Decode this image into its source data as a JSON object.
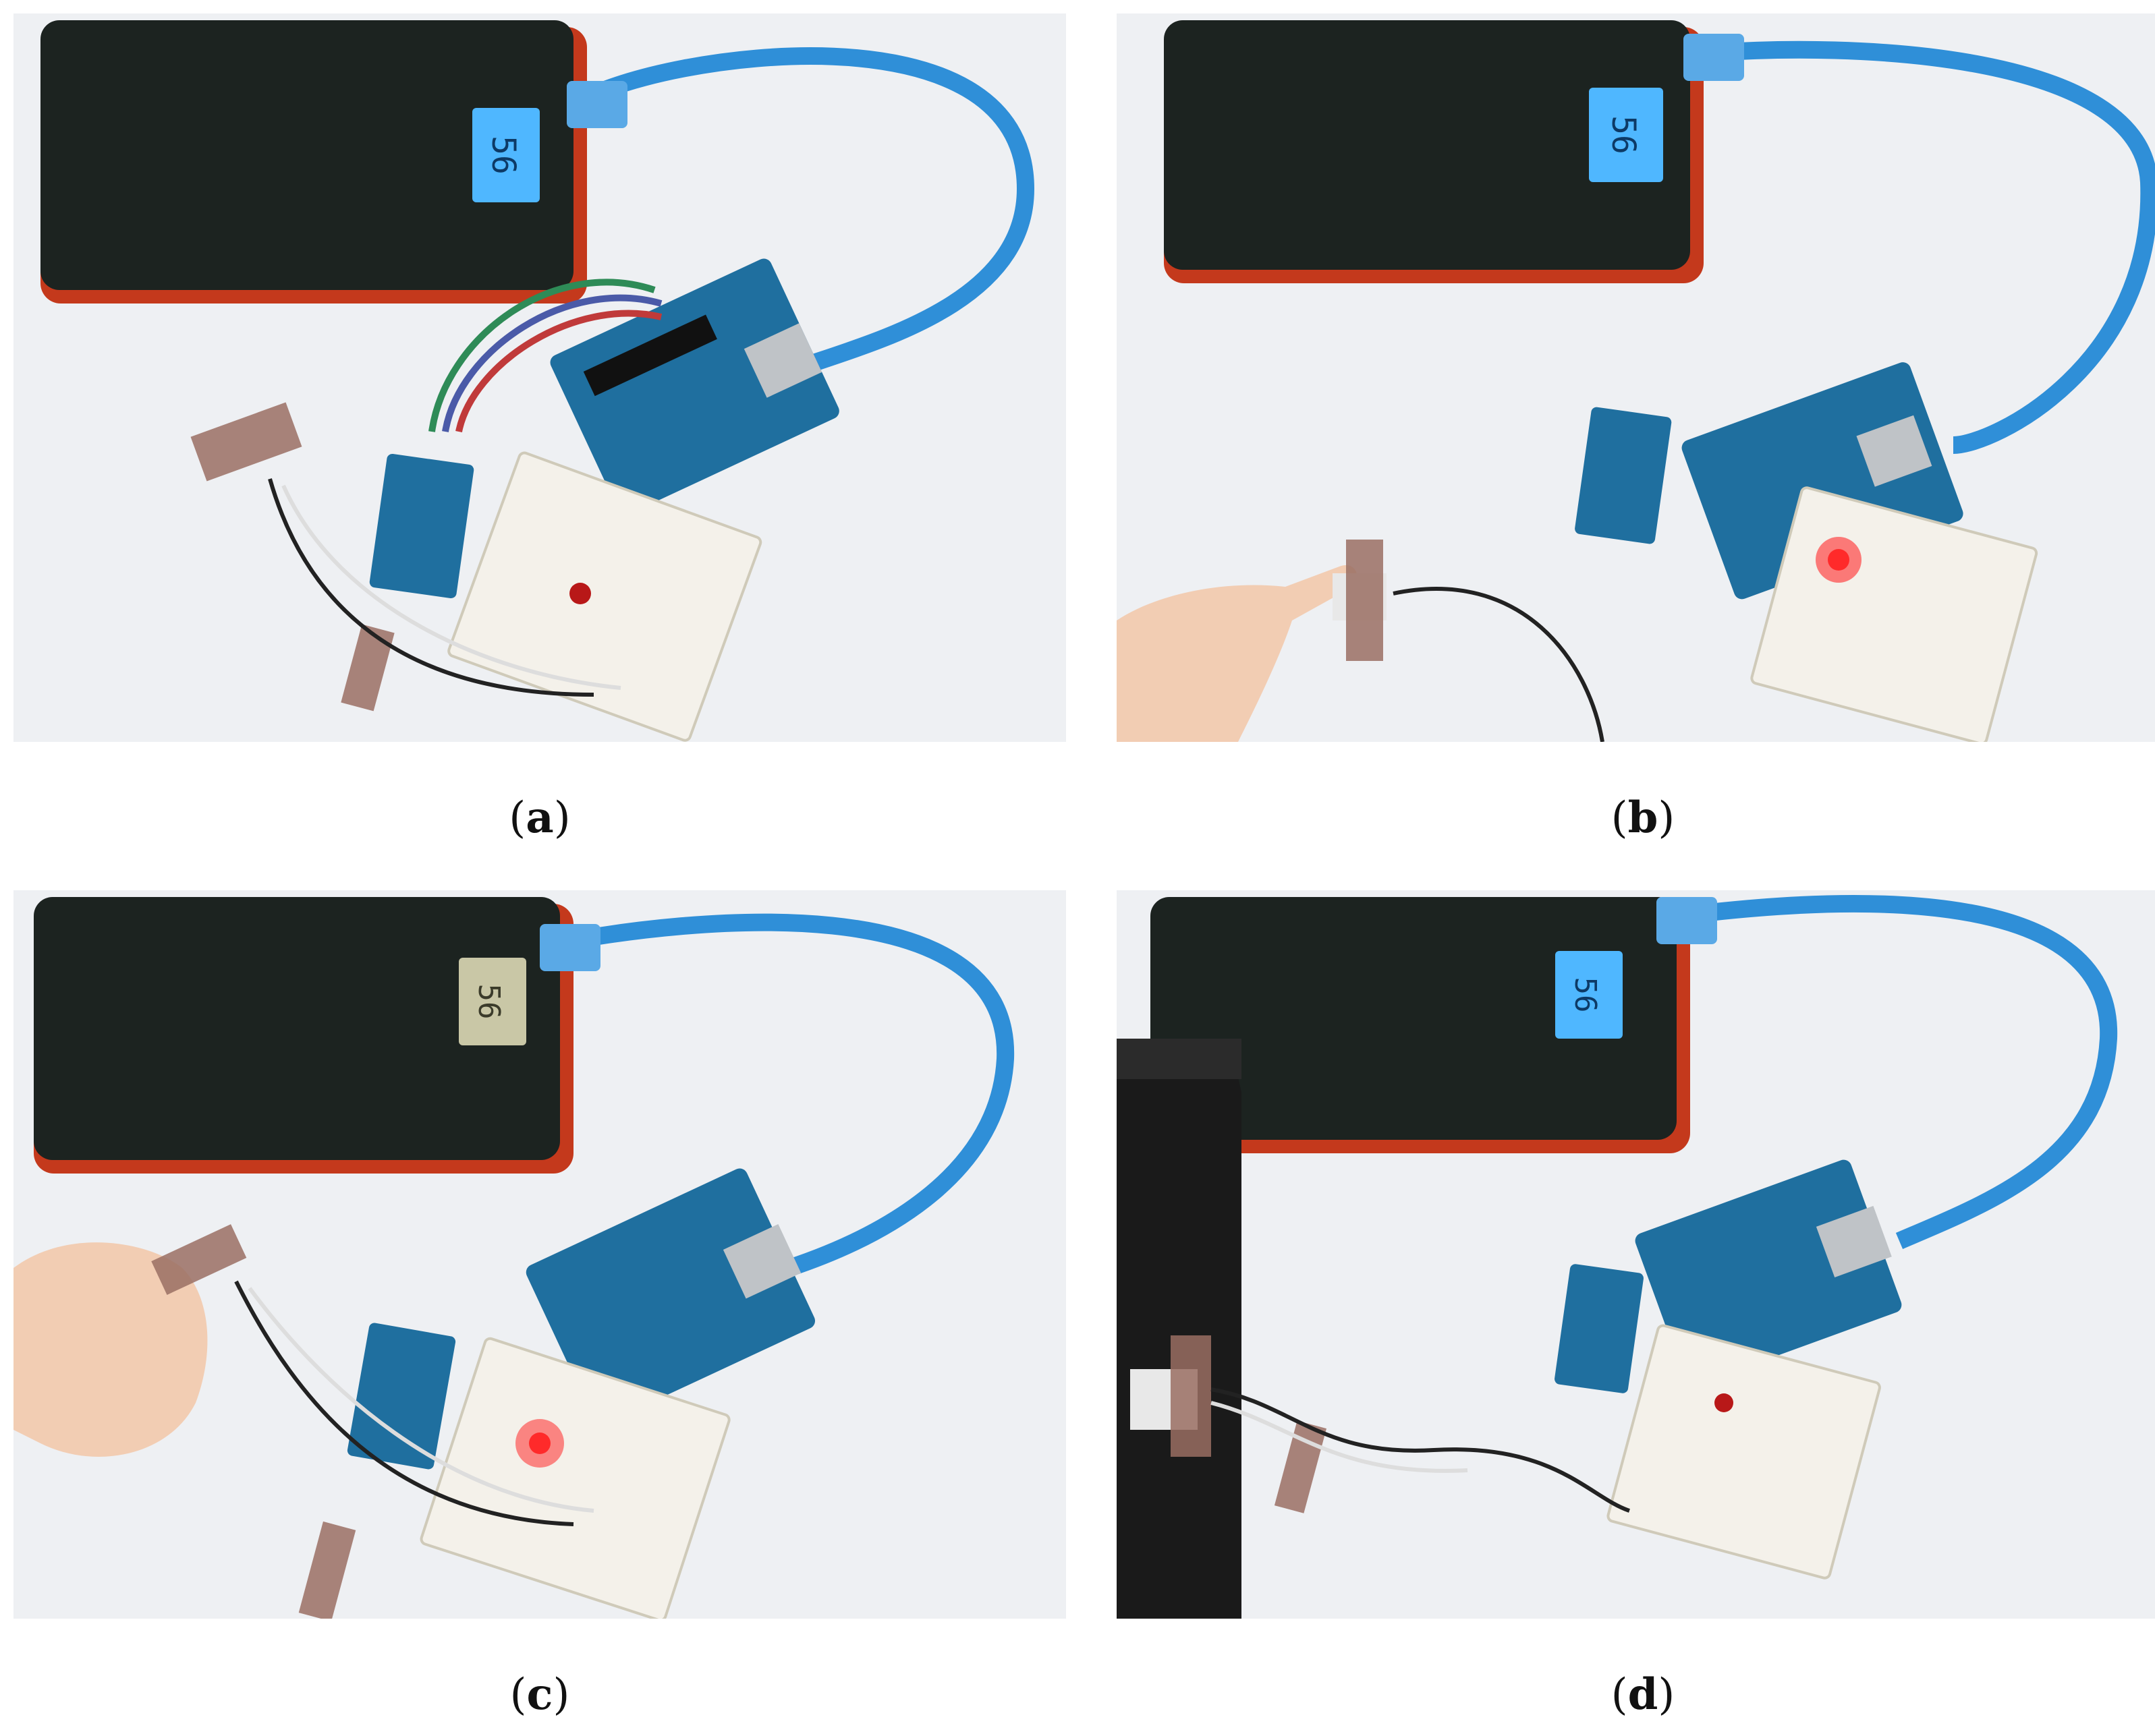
{
  "captions": [
    {
      "letter": "a"
    },
    {
      "letter": "b"
    },
    {
      "letter": "c"
    },
    {
      "letter": "d"
    }
  ],
  "power_bank_display": {
    "a": "56",
    "b": "56",
    "c": "56",
    "d": "56"
  },
  "colors": {
    "background": "#eef0f3",
    "power_bank": "#1c2320",
    "power_bank_edge": "#c4391c",
    "usb_cable": "#2f8fd8",
    "arduino": "#1f6f9f",
    "breadboard": "#f4f1ea",
    "led_on": "#ff2a2a",
    "display_lit": "#4fb7ff",
    "display_dim": "#c9c7a6",
    "tape": "#9a6e63",
    "skin": "#f2cdb3",
    "box": "#1a1a1a"
  }
}
